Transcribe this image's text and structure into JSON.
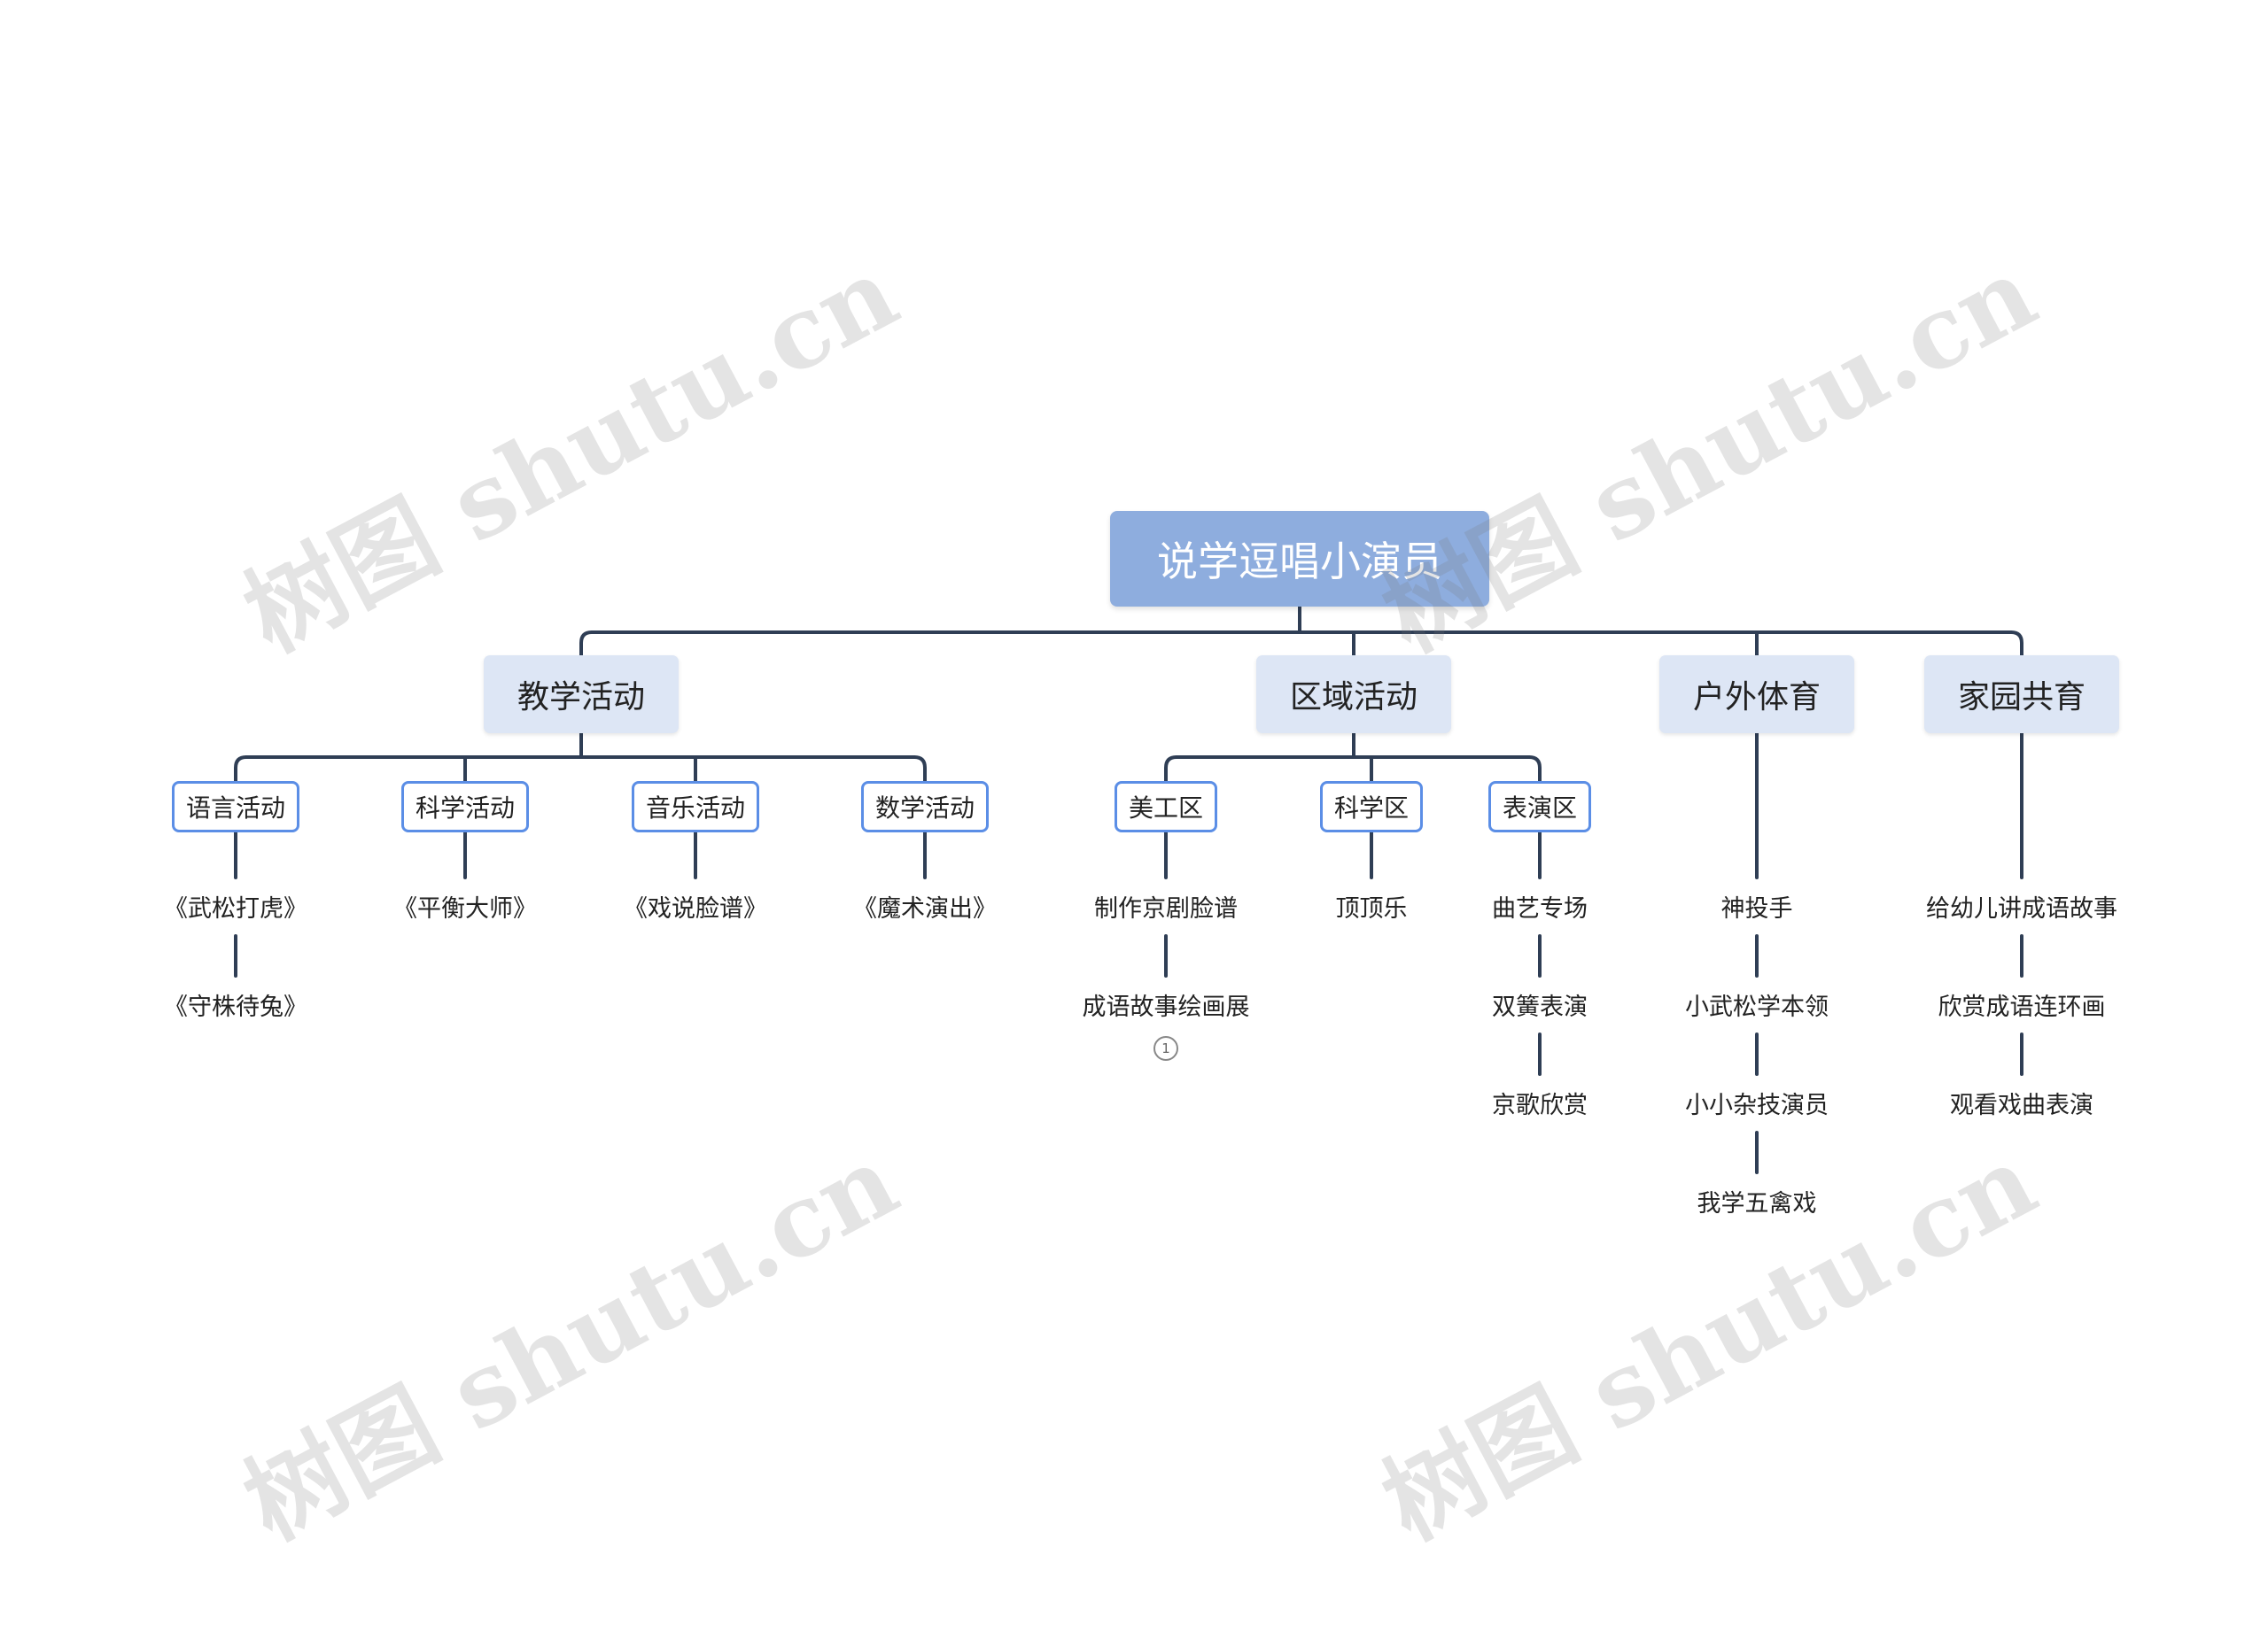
{
  "watermark": "树图 shutu.cn",
  "colors": {
    "root_fill": "#8eadde",
    "level1_fill": "#dde6f5",
    "level2_border": "#5b8ee6",
    "connector": "#2f3e55"
  },
  "root": {
    "label": "说学逗唱小演员"
  },
  "branches": [
    {
      "label": "教学活动",
      "children": [
        {
          "label": "语言活动",
          "items": [
            "《武松打虎》",
            "《守株待兔》"
          ]
        },
        {
          "label": "科学活动",
          "items": [
            "《平衡大师》"
          ]
        },
        {
          "label": "音乐活动",
          "items": [
            "《戏说脸谱》"
          ]
        },
        {
          "label": "数学活动",
          "items": [
            "《魔术演出》"
          ]
        }
      ]
    },
    {
      "label": "区域活动",
      "children": [
        {
          "label": "美工区",
          "items": [
            "制作京剧脸谱",
            "成语故事绘画展"
          ],
          "marker": "1"
        },
        {
          "label": "科学区",
          "items": [
            "顶顶乐"
          ]
        },
        {
          "label": "表演区",
          "items": [
            "曲艺专场",
            "双簧表演",
            "京歌欣赏"
          ]
        }
      ]
    },
    {
      "label": "户外体育",
      "items": [
        "神投手",
        "小武松学本领",
        "小小杂技演员",
        "我学五禽戏"
      ]
    },
    {
      "label": "家园共育",
      "items": [
        "给幼儿讲成语故事",
        "欣赏成语连环画",
        "观看戏曲表演"
      ]
    }
  ]
}
